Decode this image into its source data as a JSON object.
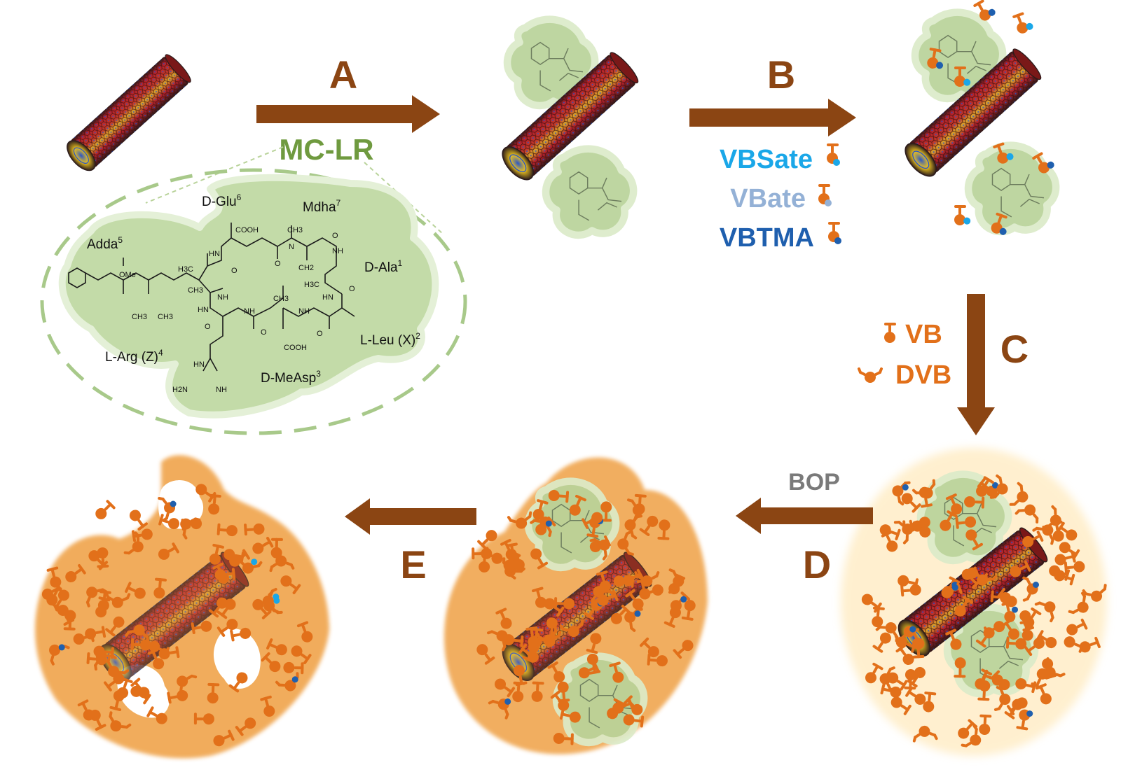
{
  "steps": {
    "a": "A",
    "b": "B",
    "c": "C",
    "d": "D",
    "e": "E"
  },
  "template": {
    "name": "MC-LR"
  },
  "functional_monomers": [
    {
      "label": "VBSate",
      "color": "#1aa7e8"
    },
    {
      "label": "VBate",
      "color": "#94b1d6"
    },
    {
      "label": "VBTMA",
      "color": "#1f5fae"
    }
  ],
  "crosslinkers": [
    {
      "label": "VB",
      "color": "#e2701a"
    },
    {
      "label": "DVB",
      "color": "#e2701a"
    }
  ],
  "reagent_d": "BOP",
  "structure": {
    "residues": {
      "adda": "Adda",
      "adda_sup": "5",
      "dglu": "D-Glu",
      "dglu_sup": "6",
      "mdha": "Mdha",
      "mdha_sup": "7",
      "dala": "D-Ala",
      "dala_sup": "1",
      "lleu": "L-Leu (X)",
      "lleu_sup": "2",
      "dmeasp": "D-MeAsp",
      "dmeasp_sup": "3",
      "larg": "L-Arg (Z)",
      "larg_sup": "4"
    },
    "groups": {
      "cooh1": "COOH",
      "cooh2": "COOH",
      "ome": "OMe",
      "ch3_a": "CH3",
      "ch3_b": "CH3",
      "ch3_c": "CH3",
      "ch3_d": "CH3",
      "ch3_e": "CH3",
      "ch2": "CH2",
      "h3c_a": "H3C",
      "h3c_b": "H3C",
      "nh_a": "NH",
      "nh_b": "NH",
      "nh_c": "NH",
      "nh_d": "NH",
      "hn_a": "HN",
      "hn_b": "HN",
      "hn_c": "HN",
      "hn_d": "HN",
      "h2n": "H2N",
      "nh_e": "NH",
      "o_a": "O",
      "o_b": "O",
      "o_c": "O",
      "o_d": "O",
      "o_e": "O",
      "o_f": "O",
      "o_g": "O",
      "n_a": "N"
    }
  },
  "colors": {
    "arrow": "#8b4513",
    "template_fill": "#b9d39a",
    "template_glow": "#dcebc9",
    "monomer": "#e2701a",
    "polymer_shell": "#f1a24a",
    "tube_red": "#b3202a",
    "tube_yellow": "#e8c020",
    "tube_blue": "#2a55c8"
  }
}
